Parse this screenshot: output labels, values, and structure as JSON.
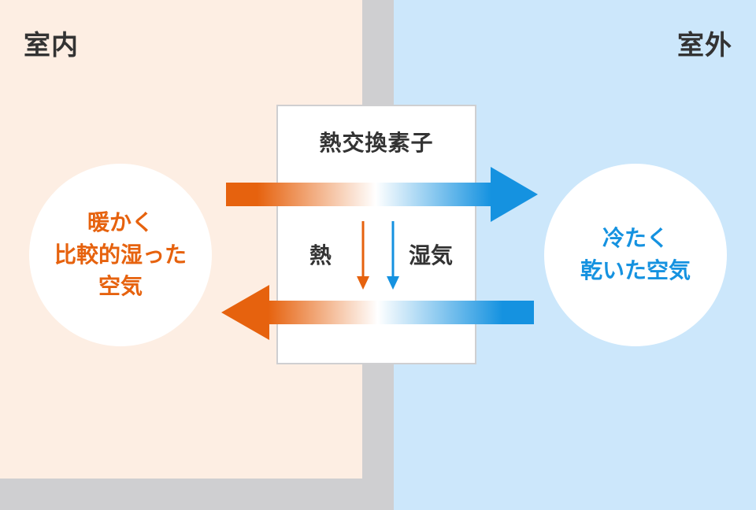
{
  "indoor": {
    "label": "室内",
    "air_text": "暖かく\n比較的湿った\n空気",
    "color": "#e6620e"
  },
  "outdoor": {
    "label": "室外",
    "air_text": "冷たく\n乾いた空気",
    "color": "#1592e0"
  },
  "exchanger": {
    "title": "熱交換素子",
    "heat_label": "熱",
    "moisture_label": "湿気"
  },
  "colors": {
    "indoor_bg": "#fdeee3",
    "outdoor_bg": "#cce7fb",
    "wall": "#cfcfd1",
    "text": "#333333"
  }
}
